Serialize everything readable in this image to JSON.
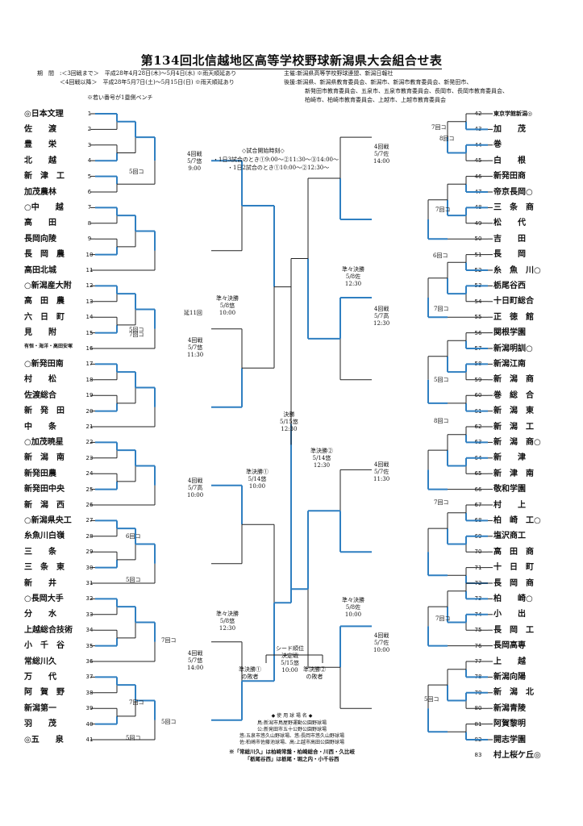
{
  "title": "第134回北信越地区高等学校野球新潟県大会組合せ表",
  "header": {
    "period_line1": "期　間　:＜3回戦まで＞　平成28年4月28日(木)〜5月4日(水) ※雨天順延あり",
    "period_line2": "　　　　＜4回戦以降＞　平成28年5月7日(土)〜5月15日(日) ※雨天順延あり",
    "bench_note": "※若い番号が1塁側ベンチ",
    "organizer": "主催:新潟県高等学校野球連盟、新潟日報社",
    "sponsors_1": "後援:新潟県、新潟県教育委員会、新潟市、新潟市教育委員会、新発田市、",
    "sponsors_2": "新発田市教育委員会、五泉市、五泉市教育委員会、長岡市、長岡市教育委員会、",
    "sponsors_3": "柏崎市、柏崎市教育委員会、上越市、上越市教育委員会"
  },
  "schedule_note": {
    "line1": "◇試合開始時刻◇",
    "line2": "・1日3試合のとき①9:00〜②11:30〜③14:00〜",
    "line3": "・1日2試合のとき①10:00〜②12:30〜"
  },
  "left_teams": [
    {
      "no": "1",
      "name": "◎日本文理"
    },
    {
      "no": "2",
      "name": "佐　　渡"
    },
    {
      "no": "3",
      "name": "豊　　栄"
    },
    {
      "no": "4",
      "name": "北　　越"
    },
    {
      "no": "5",
      "name": "新　津　工"
    },
    {
      "no": "6",
      "name": "加茂農林"
    },
    {
      "no": "7",
      "name": "○中　　越"
    },
    {
      "no": "8",
      "name": "高　　田"
    },
    {
      "no": "9",
      "name": "長岡向陵"
    },
    {
      "no": "10",
      "name": "長　岡　農"
    },
    {
      "no": "11",
      "name": "高田北城"
    },
    {
      "no": "12",
      "name": "○新潟産大附"
    },
    {
      "no": "13",
      "name": "高　田　農"
    },
    {
      "no": "14",
      "name": "六　日　町"
    },
    {
      "no": "15",
      "name": "見　　附"
    },
    {
      "no": "16",
      "name": "有恒・海洋・高田安塚"
    },
    {
      "no": "17",
      "name": "○新発田南"
    },
    {
      "no": "18",
      "name": "村　　松"
    },
    {
      "no": "19",
      "name": "佐渡総合"
    },
    {
      "no": "20",
      "name": "新　発　田"
    },
    {
      "no": "21",
      "name": "中　　条"
    },
    {
      "no": "22",
      "name": "○加茂暁星"
    },
    {
      "no": "23",
      "name": "新　潟　南"
    },
    {
      "no": "24",
      "name": "新発田農"
    },
    {
      "no": "25",
      "name": "新発田中央"
    },
    {
      "no": "26",
      "name": "新　潟　西"
    },
    {
      "no": "27",
      "name": "○新潟県央工"
    },
    {
      "no": "28",
      "name": "糸魚川白嶺"
    },
    {
      "no": "29",
      "name": "三　　条"
    },
    {
      "no": "30",
      "name": "三　条　東"
    },
    {
      "no": "31",
      "name": "新　　井"
    },
    {
      "no": "32",
      "name": "○長岡大手"
    },
    {
      "no": "33",
      "name": "分　　水"
    },
    {
      "no": "34",
      "name": "上越総合技術"
    },
    {
      "no": "35",
      "name": "小　千　谷"
    },
    {
      "no": "36",
      "name": "常総川久"
    },
    {
      "no": "37",
      "name": "万　　代"
    },
    {
      "no": "38",
      "name": "阿　賀　野"
    },
    {
      "no": "39",
      "name": "新潟第一"
    },
    {
      "no": "40",
      "name": "羽　　茂"
    },
    {
      "no": "41",
      "name": "◎五　　泉"
    }
  ],
  "right_teams": [
    {
      "no": "42",
      "name": "東京学館新潟◎"
    },
    {
      "no": "43",
      "name": "加　　茂"
    },
    {
      "no": "44",
      "name": "巻"
    },
    {
      "no": "45",
      "name": "白　　根"
    },
    {
      "no": "46",
      "name": "新発田商"
    },
    {
      "no": "47",
      "name": "帝京長岡○"
    },
    {
      "no": "48",
      "name": "三　条　商"
    },
    {
      "no": "49",
      "name": "松　　代"
    },
    {
      "no": "50",
      "name": "吉　　田"
    },
    {
      "no": "51",
      "name": "長　　岡"
    },
    {
      "no": "52",
      "name": "糸　魚　川○"
    },
    {
      "no": "53",
      "name": "栃尾谷西"
    },
    {
      "no": "54",
      "name": "十日町総合"
    },
    {
      "no": "55",
      "name": "正　徳　館"
    },
    {
      "no": "56",
      "name": "関根学園"
    },
    {
      "no": "57",
      "name": "新潟明訓○"
    },
    {
      "no": "58",
      "name": "新潟江南"
    },
    {
      "no": "59",
      "name": "新　潟　商"
    },
    {
      "no": "60",
      "name": "巻　総　合"
    },
    {
      "no": "61",
      "name": "新　潟　東"
    },
    {
      "no": "62",
      "name": "新　潟　工"
    },
    {
      "no": "63",
      "name": "新　潟　商○"
    },
    {
      "no": "64",
      "name": "新　　津"
    },
    {
      "no": "65",
      "name": "新　津　南"
    },
    {
      "no": "66",
      "name": "敬和学園"
    },
    {
      "no": "67",
      "name": "村　　上"
    },
    {
      "no": "68",
      "name": "柏　崎　工○"
    },
    {
      "no": "69",
      "name": "塩沢商工"
    },
    {
      "no": "70",
      "name": "高　田　商"
    },
    {
      "no": "71",
      "name": "十　日　町"
    },
    {
      "no": "72",
      "name": "長　岡　商"
    },
    {
      "no": "73",
      "name": "柏　　崎○"
    },
    {
      "no": "74",
      "name": "小　　出"
    },
    {
      "no": "75",
      "name": "長　岡　工"
    },
    {
      "no": "76",
      "name": "長岡高専"
    },
    {
      "no": "77",
      "name": "上　　越"
    },
    {
      "no": "78",
      "name": "新潟向陽"
    },
    {
      "no": "79",
      "name": "新　潟　北"
    },
    {
      "no": "80",
      "name": "新潟青陵"
    },
    {
      "no": "81",
      "name": "阿賀黎明"
    },
    {
      "no": "82",
      "name": "開志学園"
    },
    {
      "no": "83",
      "name": "村上桜ケ丘◎"
    }
  ],
  "round_labels": {
    "r4_a": "4回戦\n5/7悠\n9:00",
    "r4_b": "4回戦\n5/7悠\n11:30",
    "r4_c": "4回戦\n5/7高\n10:00",
    "r4_d": "4回戦\n5/7悠\n14:00",
    "r4_e": "4回戦\n5/7佐\n14:00",
    "r4_f": "4回戦\n5/7高\n12:30",
    "r4_g": "4回戦\n5/7佐\n11:30",
    "r4_h": "4回戦\n5/7佐\n10:00",
    "qf_a": "準々決勝\n5/8悠\n10:00",
    "qf_b": "準々決勝\n5/8悠\n12:30",
    "qf_c": "準々決勝\n5/8佐\n12:30",
    "qf_d": "準々決勝\n5/8佐\n10:00",
    "sf1": "準決勝①\n5/14悠\n10:00",
    "sf2": "準決勝②\n5/14悠\n12:30",
    "final": "決勝\n5/15悠\n12:30",
    "seed": "シード順位\n決定戦\n5/15悠\n10:00",
    "loser1": "準決勝①\nの敗者",
    "loser2": "準決勝②\nの敗者"
  },
  "extra_labels": {
    "extra_inning": "延11回",
    "inning5": "5回コ",
    "inning6": "6回コ",
    "inning7": "7回コ",
    "inning8": "8回コ"
  },
  "venues": {
    "head": "◆ 使 用 球 場 名 ◆",
    "line1": "鳥:新潟市鳥屋野運動公園野球場",
    "line2": "公:新発田市五十公野公園野球場",
    "line3": "悠:五泉市悠久山野球場、悠:長岡市悠久山野球場",
    "line4": "佐:柏崎市佐藤池球場、高:上越市高田公園野球場"
  },
  "footnote1": "※「常総川久」は柏崎常盤・柏崎総合・川西・久比岐",
  "footnote2": "「栃尾谷西」は栃尾・堀之内・小千谷西",
  "colors": {
    "winner_line": "#2f7fc1",
    "line": "#222222"
  }
}
